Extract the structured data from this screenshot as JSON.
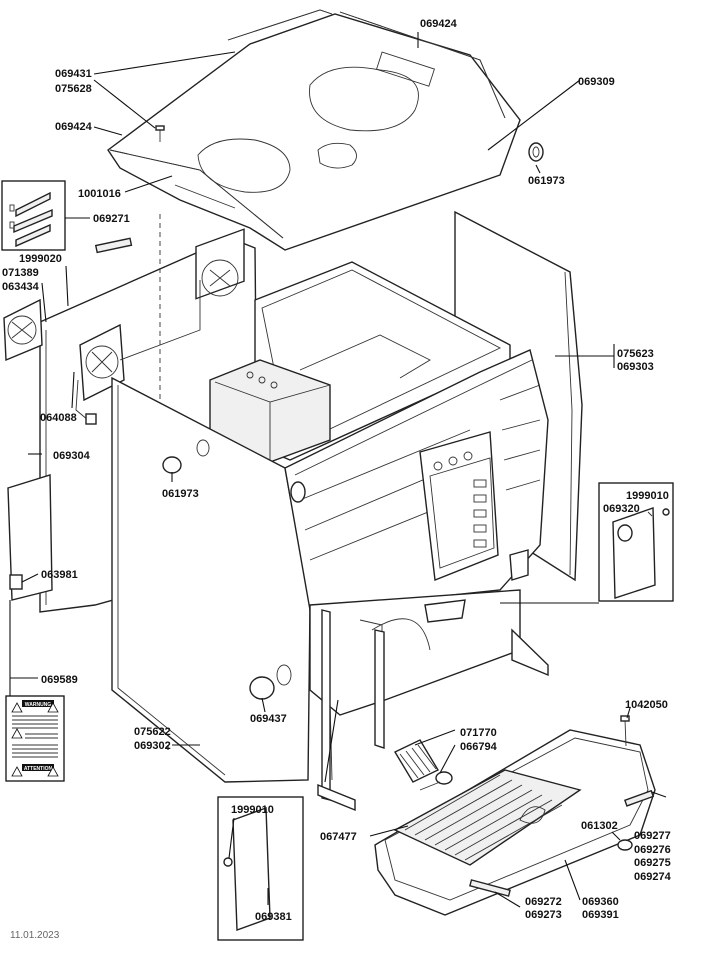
{
  "date": "11.01.2023",
  "labels": {
    "top_rail": "069424",
    "screw_a": "069431",
    "screw_b": "075628",
    "rail_left": "069424",
    "lid": "069309",
    "plug_top": "061973",
    "bolt": "1001016",
    "sticker": "069271",
    "screw_fan": "1999020",
    "fan_a": "071389",
    "fan_b": "063434",
    "cable": "064088",
    "side_panel_l": "069304",
    "plug_side": "061973",
    "clip": "063981",
    "warning_label": "069589",
    "front_panel_a": "075622",
    "front_panel_b": "069302",
    "plug_front": "069437",
    "side_panel_r_a": "075623",
    "side_panel_r_b": "069303",
    "screw_door": "1999010",
    "door_small": "069320",
    "screw_tray": "1042050",
    "filter_a": "071770",
    "filter_b": "066794",
    "grid": "067477",
    "foot": "061302",
    "tray_a": "069277",
    "tray_b": "069276",
    "tray_c": "069275",
    "tray_d": "069274",
    "tray_main_a": "069360",
    "tray_main_b": "069391",
    "tray_label_a": "069272",
    "tray_label_b": "069273",
    "screw_cover": "1999010",
    "cover_plate": "069381"
  },
  "warning_card": {
    "title_1": "WARNUNG",
    "title_2": "ATTENTION"
  }
}
